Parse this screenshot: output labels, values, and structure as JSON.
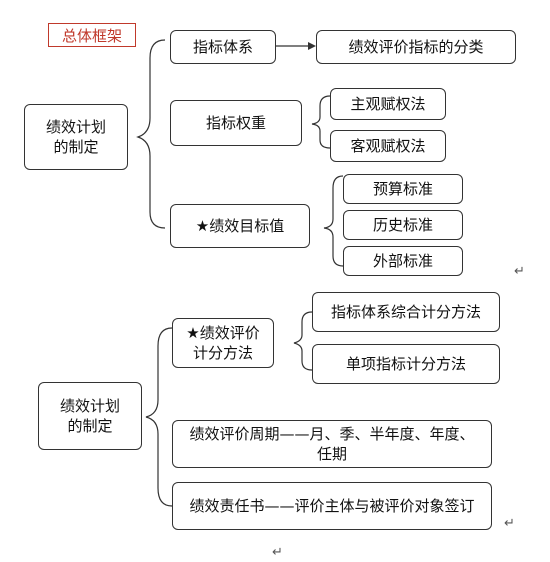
{
  "title": "总体框架",
  "section1": {
    "root": "绩效计划\n的制定",
    "indicator_system": "指标体系",
    "classification": "绩效评价指标的分类",
    "indicator_weight": "指标权重",
    "subjective": "主观赋权法",
    "objective": "客观赋权法",
    "target_value": "★绩效目标值",
    "budget_standard": "预算标准",
    "history_standard": "历史标准",
    "external_standard": "外部标准"
  },
  "section2": {
    "root": "绩效计划\n的制定",
    "scoring": "★绩效评价\n计分方法",
    "comprehensive": "指标体系综合计分方法",
    "single": "单项指标计分方法",
    "period": "绩效评价周期——月、季、半年度、年度、任期",
    "responsibility": "绩效责任书——评价主体与被评价对象签订"
  },
  "return_mark": "↵"
}
